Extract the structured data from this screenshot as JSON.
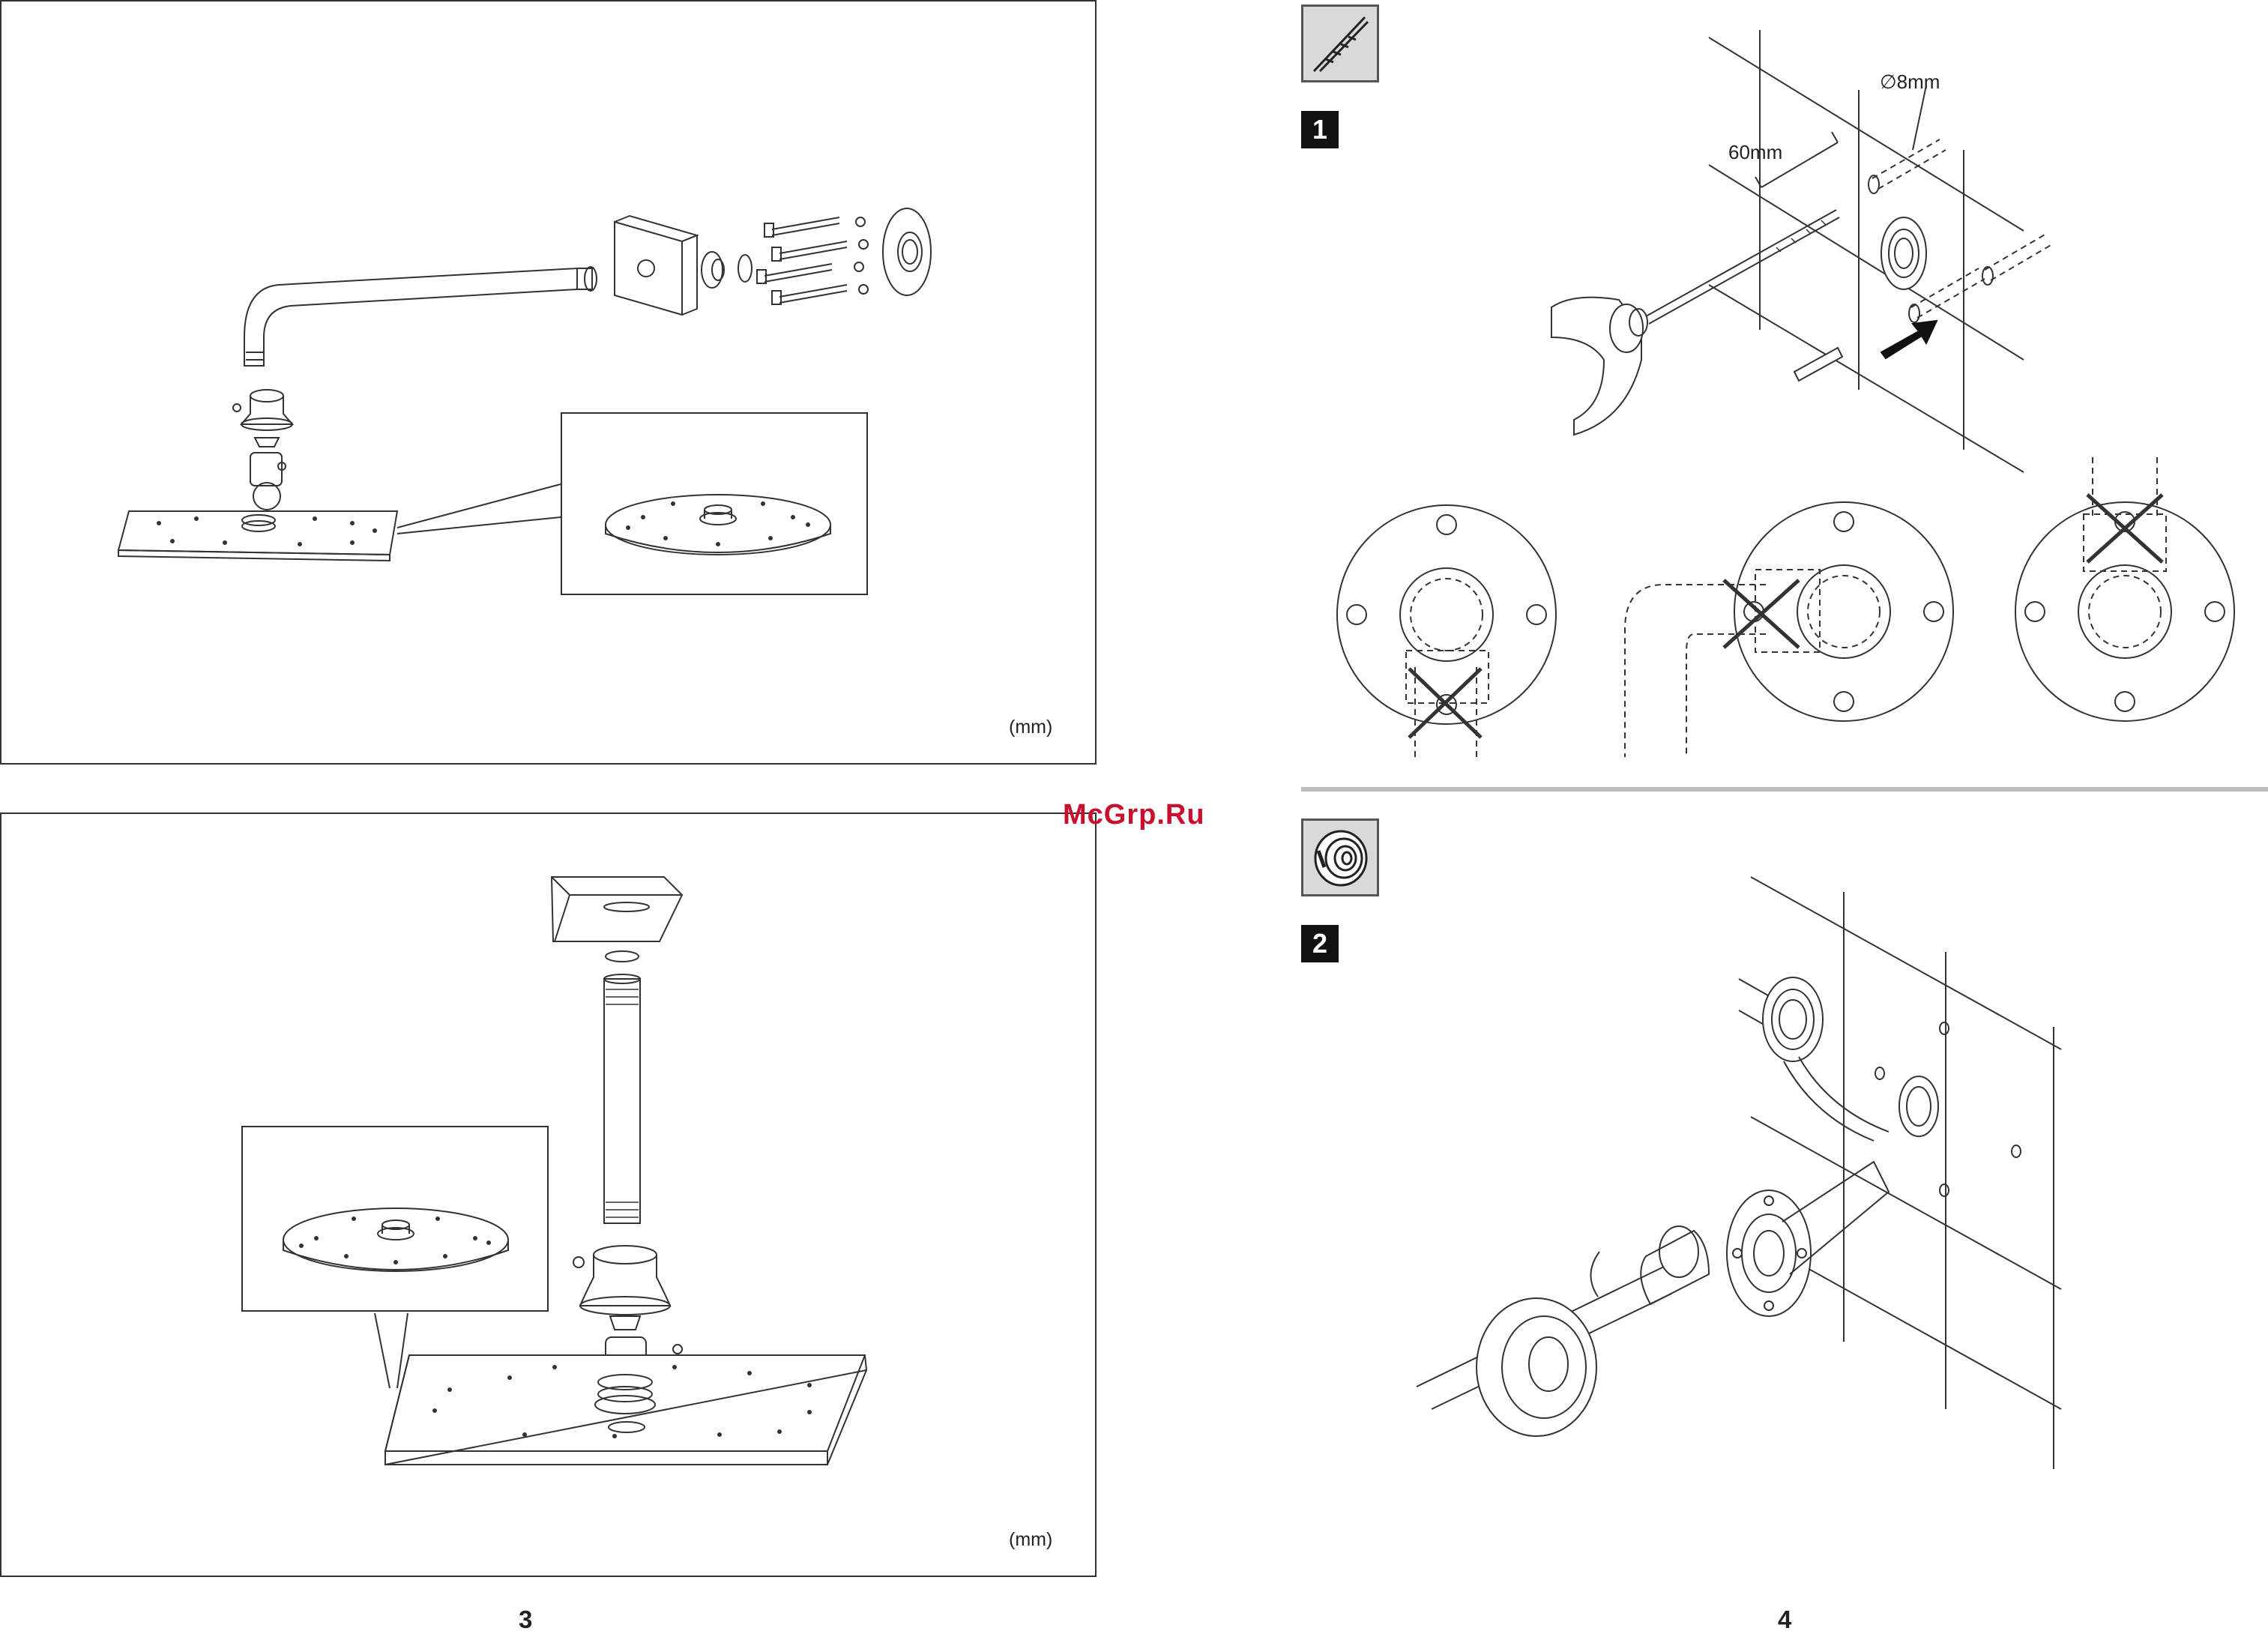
{
  "page_left": {
    "number": "3",
    "panel_top": {
      "unit_label": "(mm)"
    },
    "panel_bottom": {
      "unit_label": "(mm)"
    }
  },
  "page_right": {
    "number": "4",
    "step1": {
      "number": "1",
      "tool": "drill-bit-icon",
      "dimension_depth": "60mm",
      "dimension_diameter": "∅8mm"
    },
    "step2": {
      "number": "2",
      "tool": "sealing-tape-icon"
    }
  },
  "watermark": {
    "text": "McGrp.Ru",
    "color": "#c8102e"
  }
}
